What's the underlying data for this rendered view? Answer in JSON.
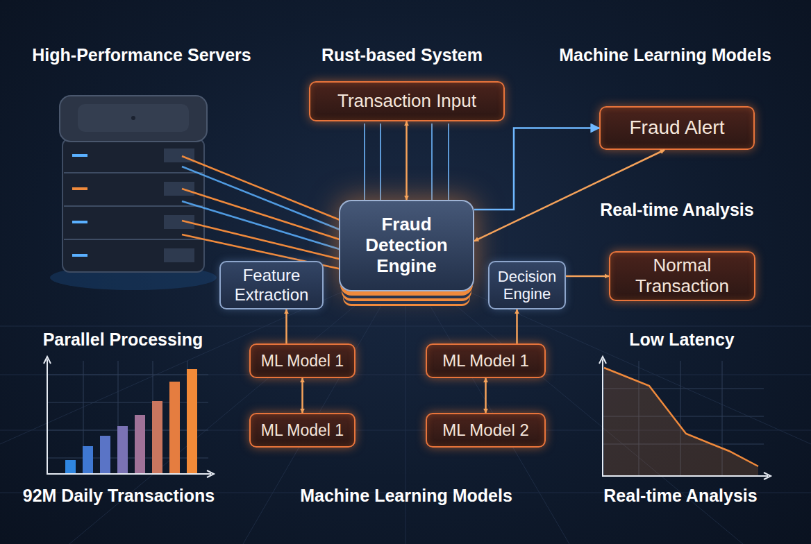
{
  "diagram": {
    "nodes": [
      {
        "text": [
          "Transaction Input"
        ]
      },
      {
        "text": [
          "Fraud Alert"
        ]
      },
      {
        "text": [
          "Fraud Detection Engine"
        ]
      },
      {
        "text": [
          "Feature Extraction"
        ]
      },
      {
        "text": [
          "Decision Engine"
        ]
      },
      {
        "text": [
          "Normal Transaction"
        ]
      },
      {
        "text": [
          "ML Model 1"
        ]
      },
      {
        "text": [
          "ML Model 1"
        ]
      },
      {
        "text": [
          "ML Model 1"
        ]
      },
      {
        "text": [
          "ML Model 2"
        ]
      }
    ],
    "edges": [
      {
        "from": 0,
        "to": 2,
        "arrow": "both"
      },
      {
        "from": 2,
        "to": 1,
        "arrow": "to"
      },
      {
        "from": 1,
        "to": 2,
        "arrow": "both"
      },
      {
        "from": 4,
        "to": 5,
        "arrow": "to"
      },
      {
        "from": 6,
        "to": 3,
        "arrow": "to"
      },
      {
        "from": 7,
        "to": 4,
        "arrow": "to"
      },
      {
        "from": 6,
        "to": 8,
        "arrow": "both"
      },
      {
        "from": 7,
        "to": 9,
        "arrow": "both"
      }
    ],
    "labels": [
      "High-Performance Servers",
      "Rust-based System",
      "Machine Learning Models",
      "Real-time Analysis",
      "Parallel Processing",
      "Low Latency",
      "92M Daily Transactions",
      "Machine Learning Models",
      "Real-time Analysis"
    ]
  }
}
